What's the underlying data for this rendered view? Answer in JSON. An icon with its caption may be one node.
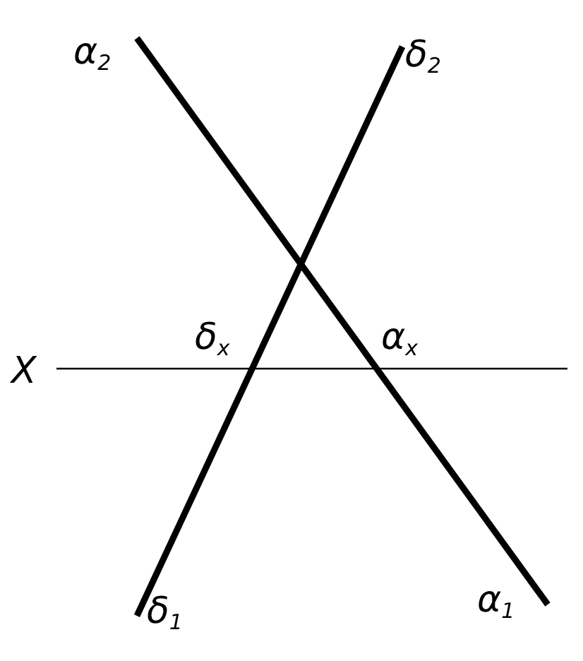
{
  "diagram": {
    "labels": [
      "α$_{2}$",
      "δ$_{2}$",
      "δ$_{x}$",
      "α$_{x}$",
      "X",
      "δ$_{1}$",
      "α$_{1}$"
    ]
  }
}
